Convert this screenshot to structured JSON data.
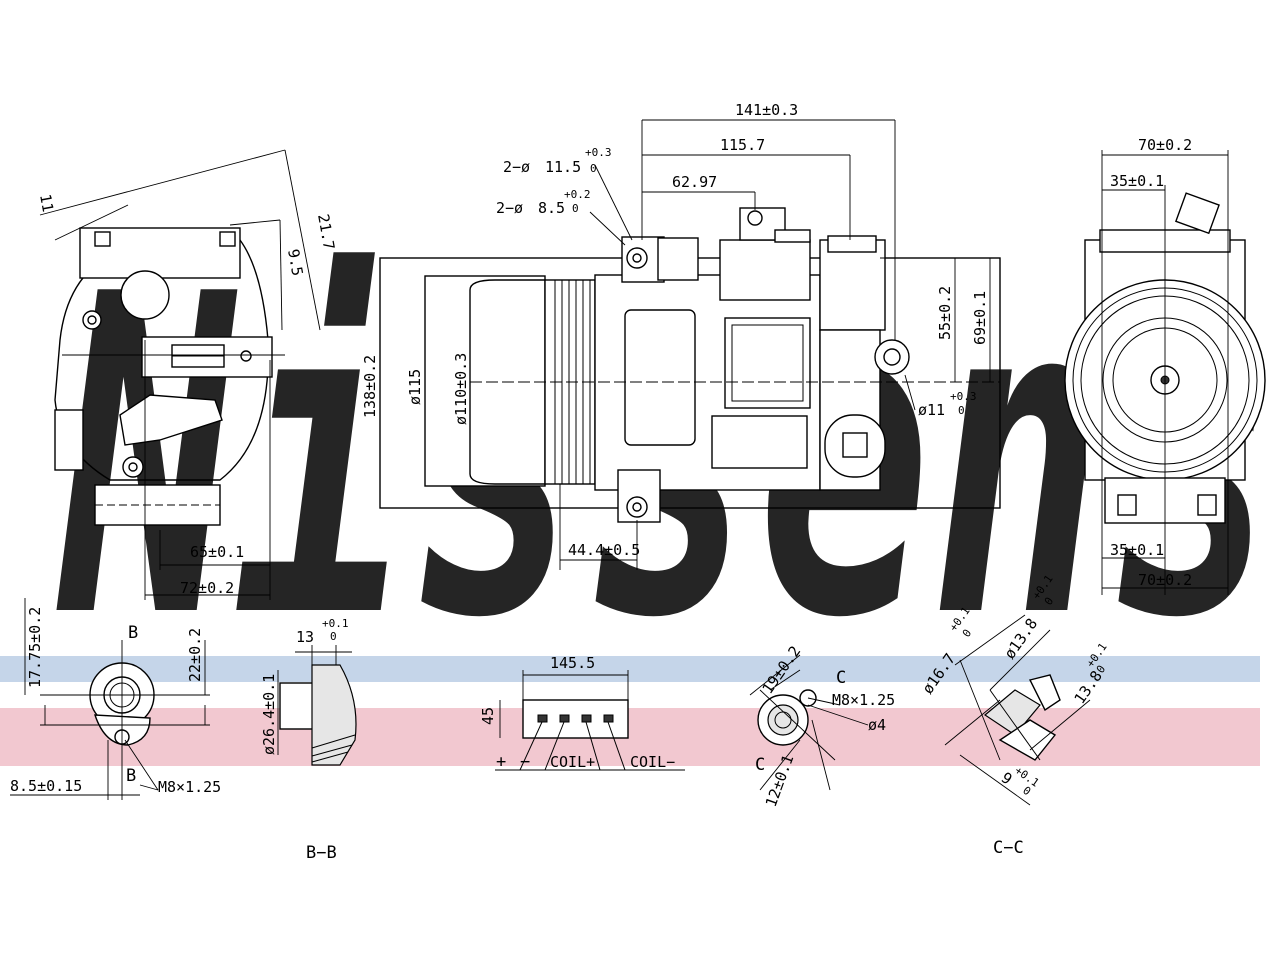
{
  "watermark": {
    "text": "Nissens",
    "color": "#c8d4e6"
  },
  "bands": {
    "blue": "#c5d5e9",
    "pink": "#f2c8d0"
  },
  "labels": {
    "d141": "141±0.3",
    "d1157": "115.7",
    "d6297": "62.97",
    "d115sm": "11.5",
    "d115sm_pre": "2−ø",
    "d115sm_tol": "+0.3",
    "d115sm_tol2": "0",
    "d85": "8.5",
    "d85_pre": "2−ø",
    "d85_tol": "+0.2",
    "d85_tol2": "0",
    "d70top": "70±0.2",
    "d35top": "35±0.1",
    "d35bot": "35±0.1",
    "d70bot": "70±0.2",
    "d11": "11",
    "d217": "21.7",
    "d95": "9.5",
    "d65": "65±0.1",
    "d72": "72±0.2",
    "d138": "138±0.2",
    "d115": "ø115",
    "d110": "ø110±0.3",
    "d55": "55±0.2",
    "d69": "69±0.1",
    "d11b": "ø11",
    "d11b_tol": "+0.3",
    "d11b_tol2": "0",
    "d444": "44.4±0.5",
    "d1775": "17.75±0.2",
    "d22": "22±0.2",
    "d85b": "8.5±0.15",
    "m8a": "M8×1.25",
    "bA": "B",
    "bB": "B",
    "d13": "13",
    "d13_tol": "+0.1",
    "d13_tol2": "0",
    "d264": "ø26.4±0.1",
    "d1455": "145.5",
    "d45": "45",
    "pin_plus": "+",
    "pin_minus": "−",
    "pin_coilp": "COIL+",
    "pin_coilm": "COIL−",
    "d19": "19±0.2",
    "cA": "C",
    "cB": "C",
    "m8b": "M8×1.25",
    "d4": "ø4",
    "d12": "12±0.1",
    "d167": "ø16.7",
    "d167_tol": "+0.1",
    "d167_tol2": "0",
    "d138b": "ø13.8",
    "d138b_tol": "+0.1",
    "d138b_tol2": "0",
    "d138c": "13.8",
    "d138c_tol": "+0.1",
    "d138c_tol2": "0",
    "d9": "9",
    "d9_tol": "+0.1",
    "d9_tol2": "0",
    "secB": "B−B",
    "secC": "C−C"
  }
}
